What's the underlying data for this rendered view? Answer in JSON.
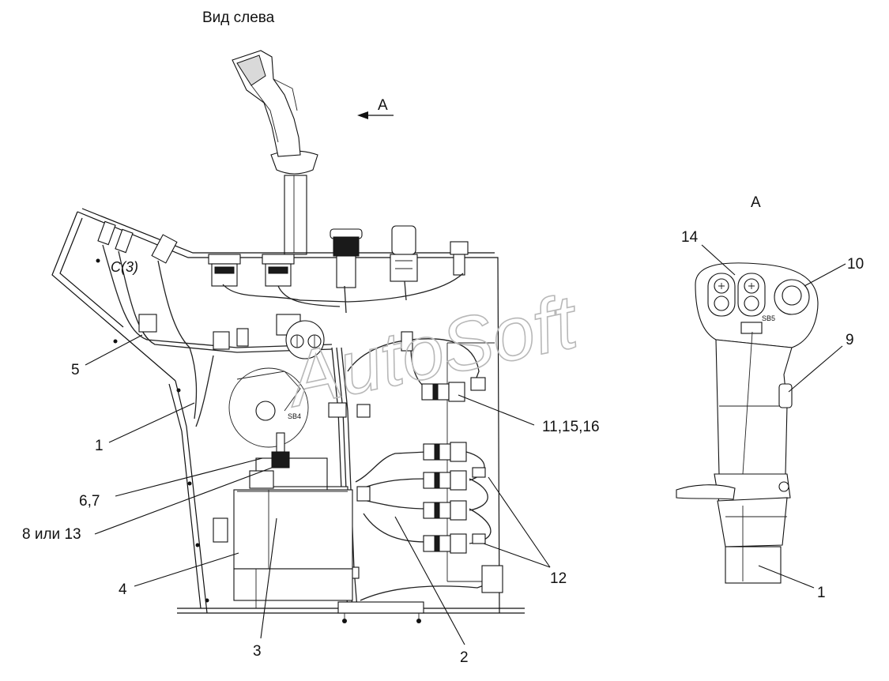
{
  "diagram": {
    "title_left": "Вид слева",
    "title_right": "А",
    "view_arrow_label": "А",
    "section_mark": "С(3)",
    "watermark": "AutoSoft",
    "switch_labels": {
      "sb4": "SB4",
      "sb5": "SB5"
    },
    "callouts": {
      "c5": "5",
      "c1_left": "1",
      "c6_7": "6,7",
      "c8_13": "8 или 13",
      "c4": "4",
      "c3": "3",
      "c2": "2",
      "c11_15_16": "11,15,16",
      "c12": "12",
      "c14": "14",
      "c10": "10",
      "c9": "9",
      "c1_right": "1"
    }
  }
}
